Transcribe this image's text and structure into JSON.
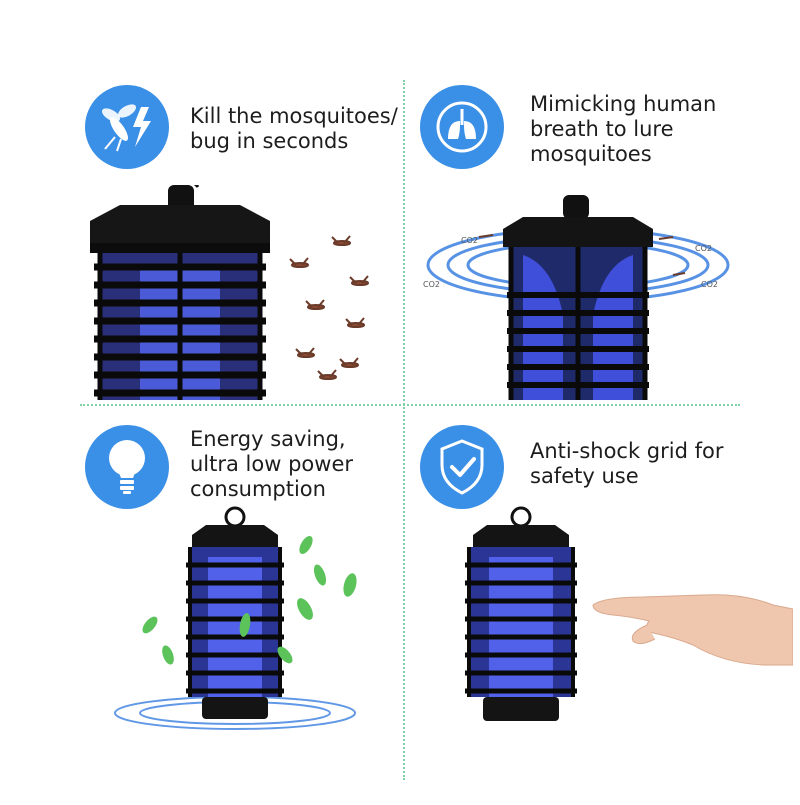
{
  "features": [
    {
      "id": "kill",
      "icon": "mosquito-zap-icon",
      "lines": [
        "Kill the mosquitoes/",
        "bug in seconds"
      ]
    },
    {
      "id": "lure",
      "icon": "lungs-breath-icon",
      "lines": [
        "Mimicking human",
        "breath to lure",
        "mosquitoes"
      ]
    },
    {
      "id": "energy",
      "icon": "light-bulb-icon",
      "lines": [
        "Energy saving,",
        "ultra low power",
        "consumption"
      ]
    },
    {
      "id": "safety",
      "icon": "shield-check-icon",
      "lines": [
        "Anti-shock grid for",
        "safety use"
      ]
    }
  ],
  "co2_labels": [
    "CO2",
    "CO2",
    "CO2",
    "CO2"
  ],
  "colors": {
    "badge": "#3a8fe6",
    "divider": "#7fd1a6",
    "lamp_body": "#111111",
    "uv_glow": "#4b5cff",
    "leaf": "#5cc25a"
  }
}
